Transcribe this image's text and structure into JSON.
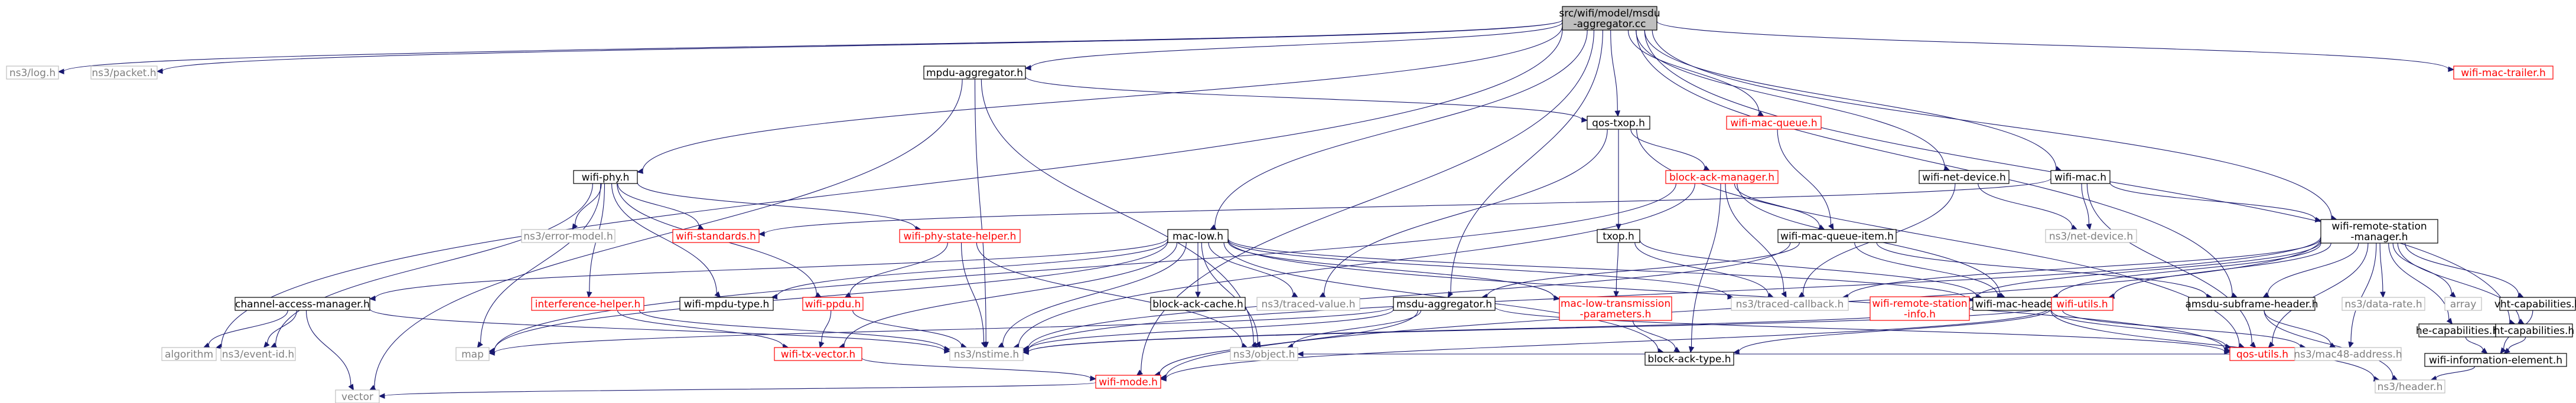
{
  "diagram": {
    "colors": {
      "root_fill": "#bfbfbf",
      "root_stroke": "#000000",
      "root_text": "#000000",
      "doc_fill": "#ffffff",
      "doc_stroke": "#000000",
      "doc_text": "#000000",
      "trunc_stroke": "#ff0000",
      "trunc_text": "#ff0000",
      "ext_fill": "#ffffff",
      "ext_stroke": "#bfbfbf",
      "ext_text": "#7f7f7f",
      "edge": "#191970"
    },
    "nodes": [
      {
        "id": "root",
        "label": "src/wifi/model/msdu\n-aggregator.cc",
        "kind": "root"
      },
      {
        "id": "ns3log",
        "label": "ns3/log.h",
        "kind": "ext"
      },
      {
        "id": "ns3packet",
        "label": "ns3/packet.h",
        "kind": "ext"
      },
      {
        "id": "mpdu_agg",
        "label": "mpdu-aggregator.h",
        "kind": "doc"
      },
      {
        "id": "wifi_phy",
        "label": "wifi-phy.h",
        "kind": "doc"
      },
      {
        "id": "qos_txop",
        "label": "qos-txop.h",
        "kind": "doc"
      },
      {
        "id": "wifi_mac_queue",
        "label": "wifi-mac-queue.h",
        "kind": "trunc"
      },
      {
        "id": "wifi_net_device",
        "label": "wifi-net-device.h",
        "kind": "doc"
      },
      {
        "id": "wifi_mac",
        "label": "wifi-mac.h",
        "kind": "doc"
      },
      {
        "id": "wifi_mac_trailer",
        "label": "wifi-mac-trailer.h",
        "kind": "trunc"
      },
      {
        "id": "block_ack_manager",
        "label": "block-ack-manager.h",
        "kind": "trunc"
      },
      {
        "id": "wifi_remote_station_manager",
        "label": "wifi-remote-station\n-manager.h",
        "kind": "doc"
      },
      {
        "id": "txop",
        "label": "txop.h",
        "kind": "doc"
      },
      {
        "id": "wifi_mac_queue_item",
        "label": "wifi-mac-queue-item.h",
        "kind": "doc"
      },
      {
        "id": "ns3net_device",
        "label": "ns3/net-device.h",
        "kind": "ext"
      },
      {
        "id": "ns3error_model",
        "label": "ns3/error-model.h",
        "kind": "ext"
      },
      {
        "id": "wifi_standards",
        "label": "wifi-standards.h",
        "kind": "trunc"
      },
      {
        "id": "wifi_phy_state_helper",
        "label": "wifi-phy-state-helper.h",
        "kind": "trunc"
      },
      {
        "id": "mac_low",
        "label": "mac-low.h",
        "kind": "doc"
      },
      {
        "id": "channel_access_manager",
        "label": "channel-access-manager.h",
        "kind": "doc"
      },
      {
        "id": "interference_helper",
        "label": "interference-helper.h",
        "kind": "trunc"
      },
      {
        "id": "wifi_mpdu_type",
        "label": "wifi-mpdu-type.h",
        "kind": "doc"
      },
      {
        "id": "wifi_ppdu",
        "label": "wifi-ppdu.h",
        "kind": "trunc"
      },
      {
        "id": "block_ack_cache",
        "label": "block-ack-cache.h",
        "kind": "doc"
      },
      {
        "id": "ns3traced_value",
        "label": "ns3/traced-value.h",
        "kind": "ext"
      },
      {
        "id": "msdu_agg_h",
        "label": "msdu-aggregator.h",
        "kind": "doc"
      },
      {
        "id": "mac_low_tx_params",
        "label": "mac-low-transmission\n-parameters.h",
        "kind": "trunc"
      },
      {
        "id": "ns3traced_callback",
        "label": "ns3/traced-callback.h",
        "kind": "ext"
      },
      {
        "id": "wifi_mac_header",
        "label": "wifi-mac-header.h",
        "kind": "doc"
      },
      {
        "id": "wifi_rsi",
        "label": "wifi-remote-station\n-info.h",
        "kind": "trunc"
      },
      {
        "id": "wifi_utils",
        "label": "wifi-utils.h",
        "kind": "trunc"
      },
      {
        "id": "amsdu_subframe_header",
        "label": "amsdu-subframe-header.h",
        "kind": "doc"
      },
      {
        "id": "ns3data_rate",
        "label": "ns3/data-rate.h",
        "kind": "ext"
      },
      {
        "id": "array",
        "label": "array",
        "kind": "ext"
      },
      {
        "id": "vht_cap",
        "label": "vht-capabilities.h",
        "kind": "doc"
      },
      {
        "id": "he_cap",
        "label": "he-capabilities.h",
        "kind": "doc"
      },
      {
        "id": "ht_cap",
        "label": "ht-capabilities.h",
        "kind": "doc"
      },
      {
        "id": "algorithm",
        "label": "algorithm",
        "kind": "ext"
      },
      {
        "id": "ns3event_id",
        "label": "ns3/event-id.h",
        "kind": "ext"
      },
      {
        "id": "map",
        "label": "map",
        "kind": "ext"
      },
      {
        "id": "wifi_tx_vector",
        "label": "wifi-tx-vector.h",
        "kind": "trunc"
      },
      {
        "id": "ns3nstime",
        "label": "ns3/nstime.h",
        "kind": "ext"
      },
      {
        "id": "ns3object",
        "label": "ns3/object.h",
        "kind": "ext"
      },
      {
        "id": "block_ack_type",
        "label": "block-ack-type.h",
        "kind": "doc"
      },
      {
        "id": "qos_utils",
        "label": "qos-utils.h",
        "kind": "trunc"
      },
      {
        "id": "ns3mac48_address",
        "label": "ns3/mac48-address.h",
        "kind": "ext"
      },
      {
        "id": "wifi_information_element",
        "label": "wifi-information-element.h",
        "kind": "doc"
      },
      {
        "id": "wifi_mode",
        "label": "wifi-mode.h",
        "kind": "trunc"
      },
      {
        "id": "ns3header",
        "label": "ns3/header.h",
        "kind": "ext"
      },
      {
        "id": "vector",
        "label": "vector",
        "kind": "ext"
      }
    ],
    "edges": [
      [
        "root",
        "ns3log"
      ],
      [
        "root",
        "ns3packet"
      ],
      [
        "root",
        "mpdu_agg"
      ],
      [
        "root",
        "algorithm"
      ],
      [
        "root",
        "wifi_phy"
      ],
      [
        "root",
        "wifi_mode"
      ],
      [
        "root",
        "mac_low"
      ],
      [
        "root",
        "msdu_agg_h"
      ],
      [
        "root",
        "qos_txop"
      ],
      [
        "root",
        "wifi_mac_queue"
      ],
      [
        "root",
        "wifi_net_device"
      ],
      [
        "root",
        "wifi_mac"
      ],
      [
        "root",
        "wifi_remote_station_manager"
      ],
      [
        "root",
        "amsdu_subframe_header"
      ],
      [
        "root",
        "ht_cap"
      ],
      [
        "root",
        "wifi_mac_trailer"
      ],
      [
        "mpdu_agg",
        "ns3nstime"
      ],
      [
        "mpdu_agg",
        "ns3object"
      ],
      [
        "mpdu_agg",
        "vector"
      ],
      [
        "mpdu_agg",
        "qos_txop"
      ],
      [
        "wifi_phy",
        "ns3error_model"
      ],
      [
        "wifi_phy",
        "wifi_standards"
      ],
      [
        "wifi_phy",
        "wifi_phy_state_helper"
      ],
      [
        "wifi_phy",
        "interference_helper"
      ],
      [
        "wifi_phy",
        "wifi_mpdu_type"
      ],
      [
        "wifi_phy",
        "wifi_ppdu"
      ],
      [
        "wifi_phy",
        "ns3event_id"
      ],
      [
        "wifi_phy",
        "map"
      ],
      [
        "qos_txop",
        "block_ack_manager"
      ],
      [
        "qos_txop",
        "txop"
      ],
      [
        "qos_txop",
        "ns3traced_value"
      ],
      [
        "qos_txop",
        "qos_utils"
      ],
      [
        "wifi_mac_queue",
        "wifi_mac_queue_item"
      ],
      [
        "wifi_net_device",
        "ns3net_device"
      ],
      [
        "wifi_net_device",
        "ns3traced_callback"
      ],
      [
        "wifi_mac",
        "wifi_standards"
      ],
      [
        "wifi_mac",
        "ns3net_device"
      ],
      [
        "wifi_mac",
        "wifi_remote_station_manager"
      ],
      [
        "wifi_mac",
        "qos_utils"
      ],
      [
        "block_ack_manager",
        "wifi_mac_queue_item"
      ],
      [
        "block_ack_manager",
        "block_ack_type"
      ],
      [
        "block_ack_manager",
        "ns3traced_callback"
      ],
      [
        "block_ack_manager",
        "map"
      ],
      [
        "block_ack_manager",
        "ns3nstime"
      ],
      [
        "block_ack_manager",
        "wifi_mac_header"
      ],
      [
        "txop",
        "mac_low_tx_params"
      ],
      [
        "txop",
        "ns3traced_callback"
      ],
      [
        "txop",
        "wifi_mac_header"
      ],
      [
        "wifi_mac_queue_item",
        "ns3nstime"
      ],
      [
        "wifi_mac_queue_item",
        "wifi_mac_header"
      ],
      [
        "wifi_mac_queue_item",
        "msdu_agg_h"
      ],
      [
        "wifi_mac_queue_item",
        "amsdu_subframe_header"
      ],
      [
        "mac_low",
        "channel_access_manager"
      ],
      [
        "mac_low",
        "wifi_mpdu_type"
      ],
      [
        "mac_low",
        "block_ack_cache"
      ],
      [
        "mac_low",
        "ns3traced_value"
      ],
      [
        "mac_low",
        "mac_low_tx_params"
      ],
      [
        "mac_low",
        "ns3traced_callback"
      ],
      [
        "mac_low",
        "wifi_mac_header"
      ],
      [
        "mac_low",
        "wifi_tx_vector"
      ],
      [
        "mac_low",
        "ns3object"
      ],
      [
        "mac_low",
        "block_ack_type"
      ],
      [
        "mac_low",
        "qos_utils"
      ],
      [
        "mac_low",
        "map"
      ],
      [
        "mac_low",
        "ns3nstime"
      ],
      [
        "wifi_phy_state_helper",
        "wifi_ppdu"
      ],
      [
        "wifi_phy_state_helper",
        "ns3nstime"
      ],
      [
        "wifi_phy_state_helper",
        "ns3object"
      ],
      [
        "channel_access_manager",
        "algorithm"
      ],
      [
        "channel_access_manager",
        "ns3event_id"
      ],
      [
        "channel_access_manager",
        "vector"
      ],
      [
        "channel_access_manager",
        "ns3nstime"
      ],
      [
        "interference_helper",
        "wifi_tx_vector"
      ],
      [
        "interference_helper",
        "ns3nstime"
      ],
      [
        "wifi_ppdu",
        "wifi_tx_vector"
      ],
      [
        "wifi_ppdu",
        "ns3nstime"
      ],
      [
        "msdu_agg_h",
        "ns3nstime"
      ],
      [
        "msdu_agg_h",
        "ns3object"
      ],
      [
        "msdu_agg_h",
        "map"
      ],
      [
        "msdu_agg_h",
        "qos_utils"
      ],
      [
        "msdu_agg_h",
        "wifi_mode"
      ],
      [
        "mac_low_tx_params",
        "block_ack_type"
      ],
      [
        "wifi_mac_header",
        "ns3mac48_address"
      ],
      [
        "wifi_mac_header",
        "ns3header"
      ],
      [
        "wifi_mac_header",
        "ns3nstime"
      ],
      [
        "wifi_mac_header",
        "qos_utils"
      ],
      [
        "wifi_remote_station_manager",
        "ns3traced_callback"
      ],
      [
        "wifi_remote_station_manager",
        "wifi_rsi"
      ],
      [
        "wifi_remote_station_manager",
        "wifi_utils"
      ],
      [
        "wifi_remote_station_manager",
        "amsdu_subframe_header"
      ],
      [
        "wifi_remote_station_manager",
        "ns3data_rate"
      ],
      [
        "wifi_remote_station_manager",
        "array"
      ],
      [
        "wifi_remote_station_manager",
        "vht_cap"
      ],
      [
        "wifi_remote_station_manager",
        "he_cap"
      ],
      [
        "wifi_remote_station_manager",
        "ht_cap"
      ],
      [
        "wifi_remote_station_manager",
        "wifi_mac_header"
      ],
      [
        "wifi_remote_station_manager",
        "qos_utils"
      ],
      [
        "wifi_remote_station_manager",
        "wifi_mode"
      ],
      [
        "wifi_remote_station_manager",
        "ns3mac48_address"
      ],
      [
        "wifi_remote_station_manager",
        "ns3nstime"
      ],
      [
        "wifi_utils",
        "block_ack_type"
      ],
      [
        "wifi_utils",
        "ns3nstime"
      ],
      [
        "wifi_utils",
        "wifi_mode"
      ],
      [
        "amsdu_subframe_header",
        "ns3mac48_address"
      ],
      [
        "amsdu_subframe_header",
        "ns3header"
      ],
      [
        "vht_cap",
        "wifi_information_element"
      ],
      [
        "he_cap",
        "wifi_information_element"
      ],
      [
        "ht_cap",
        "wifi_information_element"
      ],
      [
        "wifi_information_element",
        "ns3header"
      ],
      [
        "wifi_tx_vector",
        "wifi_mode"
      ],
      [
        "wifi_mode",
        "vector"
      ],
      [
        "qos_utils",
        "ns3object"
      ]
    ]
  }
}
